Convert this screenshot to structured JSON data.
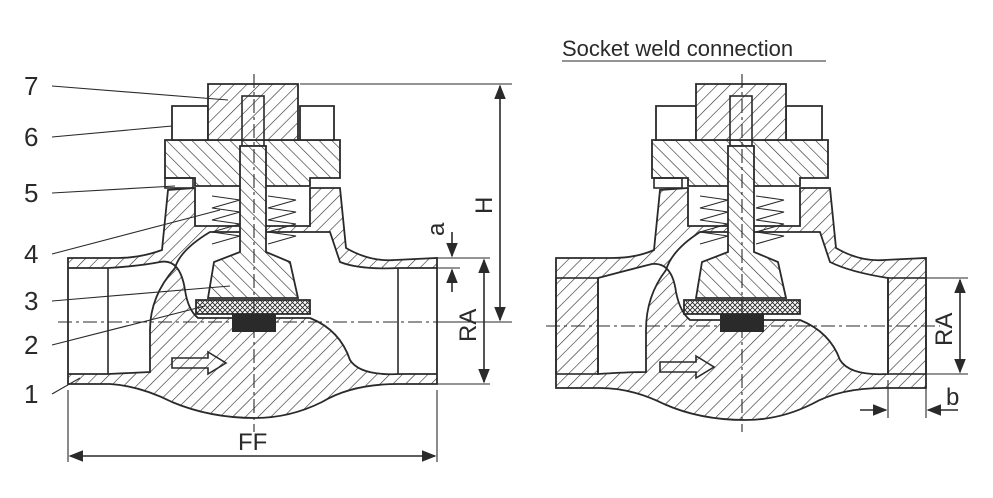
{
  "part_numbers": [
    "1",
    "2",
    "3",
    "4",
    "5",
    "6",
    "7"
  ],
  "dimensions": {
    "ff": "FF",
    "h": "H",
    "ra_left": "RA",
    "ra_right": "RA",
    "a": "a",
    "b": "b"
  },
  "socket_caption": "Socket weld connection"
}
